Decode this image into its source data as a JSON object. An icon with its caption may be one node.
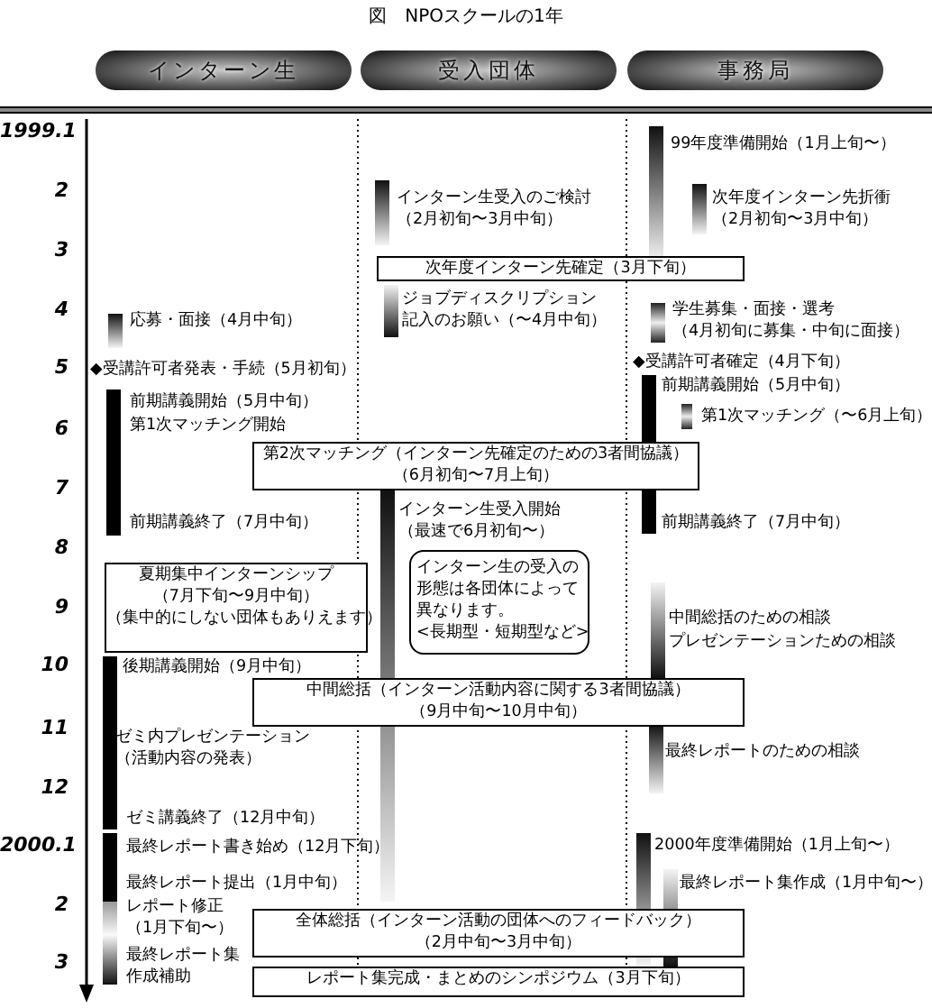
{
  "diagram": {
    "title": "図　NPOスクールの1年",
    "nodes": [
      {
        "text": [
          "インターン生"
        ]
      },
      {
        "text": [
          "受入団体"
        ]
      },
      {
        "text": [
          "事務局"
        ]
      },
      {
        "text": [
          "次年度インターン先確定（3月下旬）"
        ]
      },
      {
        "text": [
          "第2次マッチング（インターン先確定のための3者間協議）",
          "（6月初旬〜7月上旬）"
        ]
      },
      {
        "text": [
          "夏期集中インターンシップ",
          "（7月下旬〜9月中旬）",
          "（集中的にしない団体もありえます）"
        ]
      },
      {
        "text": [
          "インターン生の受入の形態は各団体によって異なります。<長期型・短期型など>"
        ]
      },
      {
        "text": [
          "中間総括（インターン活動内容に関する3者間協議）",
          "（9月中旬〜10月中旬）"
        ]
      },
      {
        "text": [
          "全体総括（インターン活動の団体へのフィードバック）",
          "（2月中旬〜3月中旬）"
        ]
      },
      {
        "text": [
          "レポート集完成・まとめのシンポジウム（3月下旬）"
        ]
      }
    ],
    "labels": [
      "1999.1",
      "2",
      "3",
      "4",
      "5",
      "6",
      "7",
      "8",
      "9",
      "10",
      "11",
      "12",
      "2000.1",
      "2",
      "3",
      "99年度準備開始（1月上旬〜）",
      "インターン生受入のご検討（2月初旬〜3月中旬）",
      "次年度インターン先折衝（2月初旬〜3月中旬）",
      "ジョブディスクリプション記入のお願い（〜4月中旬）",
      "応募・面接（4月中旬）",
      "学生募集・面接・選考（4月初旬に募集・中旬に面接）",
      "◆受講許可者確定（4月下旬）",
      "◆受講許可者発表・手続（5月初旬）",
      "前期講義開始（5月中旬）",
      "前期講義開始（5月中旬）",
      "第1次マッチング（〜6月上旬）",
      "第1次マッチング開始",
      "インターン生受入開始（最速で6月初旬〜）",
      "前期講義終了（7月中旬）",
      "前期講義終了（7月中旬）",
      "中間総括のための相談",
      "プレゼンテーションための相談",
      "後期講義開始（9月中旬）",
      "ゼミ内プレゼンテーション（活動内容の発表）",
      "最終レポートのための相談",
      "ゼミ講義終了（12月中旬）",
      "最終レポート書き始め（12月下旬）",
      "2000年度準備開始（1月上旬〜）",
      "最終レポート提出（1月中旬）",
      "最終レポート集作成（1月中旬〜）",
      "レポート修正（1月下旬〜）",
      "最終レポート集作成補助"
    ]
  }
}
